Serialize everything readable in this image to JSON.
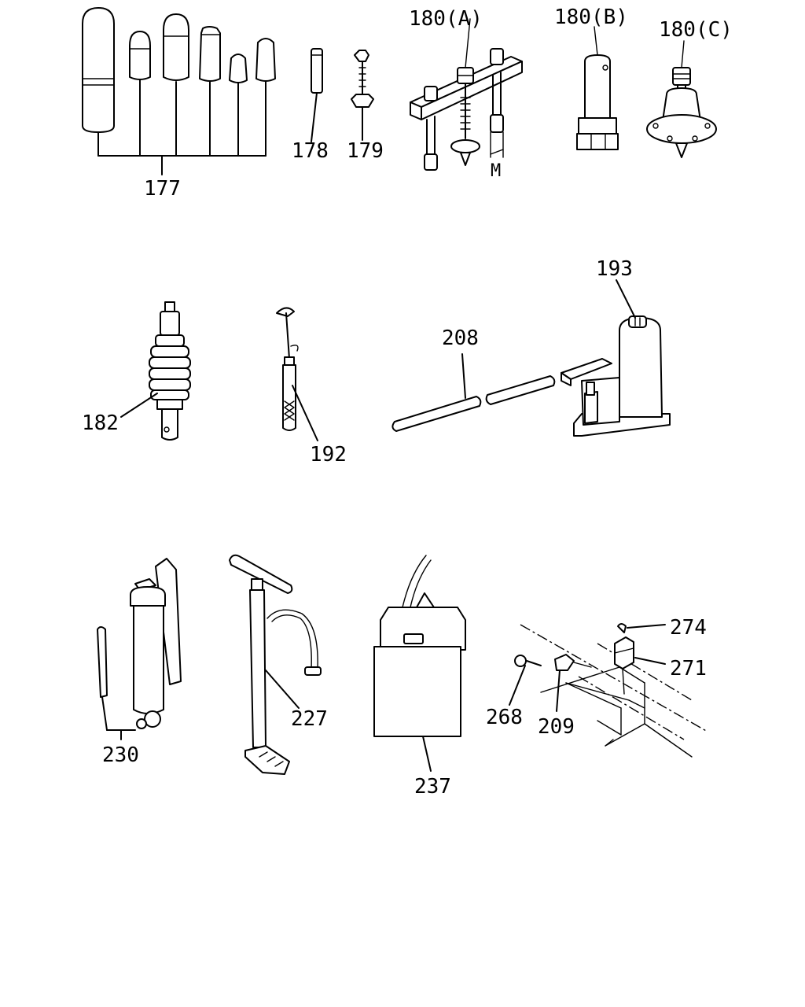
{
  "diagram": {
    "labels": {
      "l177": "177",
      "l178": "178",
      "l179": "179",
      "l180a": "180(A)",
      "l180b": "180(B)",
      "l180c": "180(C)",
      "lM": "M",
      "l182": "182",
      "l192": "192",
      "l193": "193",
      "l208": "208",
      "l230": "230",
      "l227": "227",
      "l237": "237",
      "l268": "268",
      "l209": "209",
      "l271": "271",
      "l274": "274"
    }
  }
}
